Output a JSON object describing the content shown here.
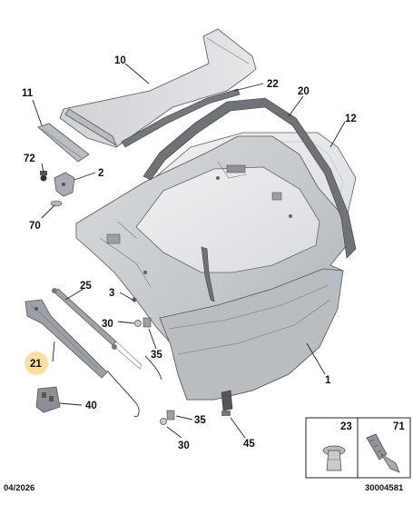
{
  "diagram": {
    "labels": {
      "l10": "10",
      "l22": "22",
      "l11": "11",
      "l20": "20",
      "l12": "12",
      "l72": "72",
      "l2": "2",
      "l70": "70",
      "l25": "25",
      "l3": "3",
      "l30a": "30",
      "l35a": "35",
      "l21": "21",
      "l1": "1",
      "l40": "40",
      "l35b": "35",
      "l30b": "30",
      "l45": "45"
    },
    "inset": {
      "left_label": "23",
      "right_label": "71"
    },
    "footer": {
      "date": "04/2026",
      "ref": "30004581"
    },
    "colors": {
      "panel": "#c9cdd2",
      "panel_dark": "#a7acb3",
      "glass": "#e6e8ea",
      "seal": "#6f7377",
      "highlight": "#f7dfa0"
    }
  }
}
